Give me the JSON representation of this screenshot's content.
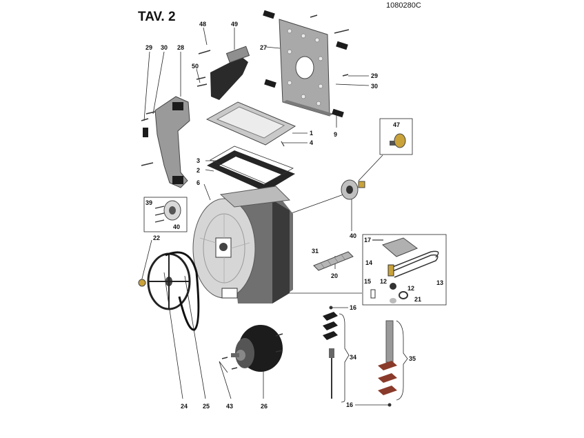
{
  "sheet": {
    "title": "TAV. 2",
    "drawing_number": "1080280C"
  },
  "colors": {
    "metal_dark": "#6f6f6f",
    "metal_mid": "#a9a9a9",
    "metal_light": "#d6d6d6",
    "rubber": "#1c1c1c",
    "brass": "#c9a23a",
    "heater_pad": "#8a3a2a",
    "line": "#222222"
  },
  "part_labels": [
    "1",
    "2",
    "3",
    "4",
    "6",
    "9",
    "12",
    "12",
    "13",
    "14",
    "15",
    "16",
    "16",
    "17",
    "20",
    "21",
    "22",
    "24",
    "25",
    "26",
    "27",
    "28",
    "29",
    "29",
    "30",
    "30",
    "31",
    "34",
    "35",
    "39",
    "40",
    "40",
    "43",
    "47",
    "48",
    "49",
    "50"
  ]
}
